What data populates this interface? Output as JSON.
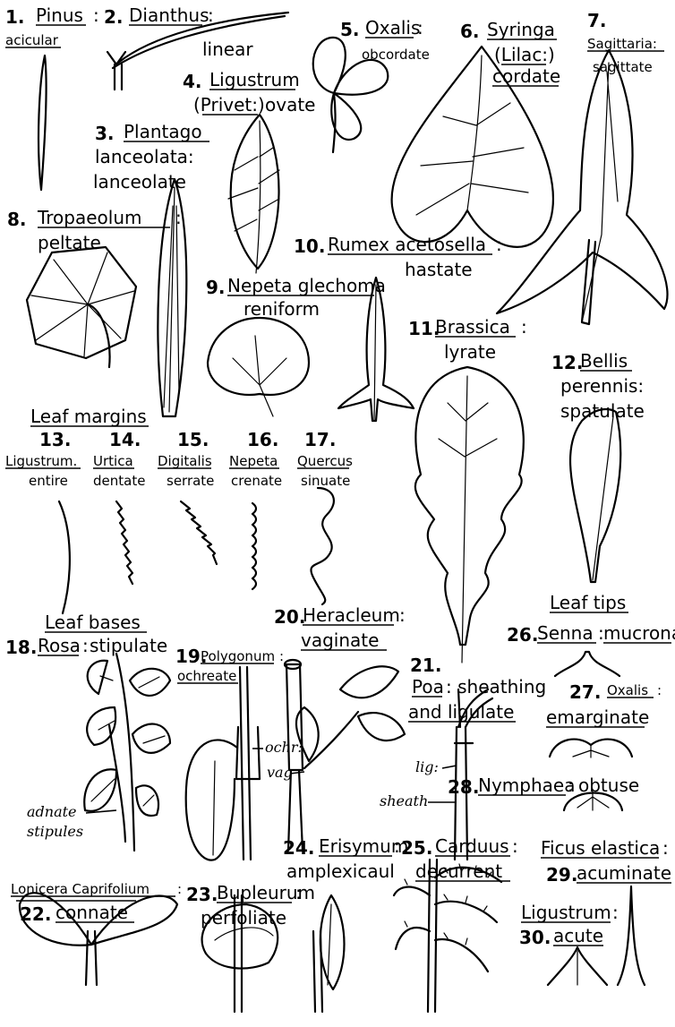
{
  "section_headings": {
    "margins": "Leaf margins",
    "bases": "Leaf bases",
    "tips": "Leaf tips"
  },
  "specimens": [
    {
      "num": "1.",
      "genus": "Pinus",
      "shape": "acicular"
    },
    {
      "num": "2.",
      "genus": "Dianthus",
      "shape": "linear"
    },
    {
      "num": "3.",
      "genus": "Plantago lanceolata",
      "shape": "lanceolate"
    },
    {
      "num": "4.",
      "genus": "Ligustrum (Privet:)",
      "shape": "ovate"
    },
    {
      "num": "5.",
      "genus": "Oxalis",
      "shape": "obcordate"
    },
    {
      "num": "6.",
      "genus": "Syringa (Lilac:)",
      "shape": "cordate"
    },
    {
      "num": "7.",
      "genus": "Sagittaria",
      "shape": "sagittate"
    },
    {
      "num": "8.",
      "genus": "Tropaeolum",
      "shape": "peltate"
    },
    {
      "num": "9.",
      "genus": "Nepeta glechoma",
      "shape": "reniform"
    },
    {
      "num": "10.",
      "genus": "Rumex acetosella",
      "shape": "hastate"
    },
    {
      "num": "11.",
      "genus": "Brassica",
      "shape": "lyrate"
    },
    {
      "num": "12.",
      "genus": "Bellis perennis",
      "shape": "spatulate"
    },
    {
      "num": "13.",
      "genus": "Ligustrum.",
      "shape": "entire"
    },
    {
      "num": "14.",
      "genus": "Urtica",
      "shape": "dentate"
    },
    {
      "num": "15.",
      "genus": "Digitalis",
      "shape": "serrate"
    },
    {
      "num": "16.",
      "genus": "Nepeta",
      "shape": "crenate"
    },
    {
      "num": "17.",
      "genus": "Quercus",
      "shape": "sinuate"
    },
    {
      "num": "18.",
      "genus": "Rosa",
      "shape": "stipulate"
    },
    {
      "num": "19.",
      "genus": "Polygonum",
      "shape": "ochreate"
    },
    {
      "num": "20.",
      "genus": "Heracleum",
      "shape": "vaginate"
    },
    {
      "num": "21.",
      "genus": "Poa",
      "shape": "sheathing and ligulate"
    },
    {
      "num": "22.",
      "genus": "Lonicera Caprifolium",
      "shape": "connate"
    },
    {
      "num": "23.",
      "genus": "Bupleurum",
      "shape": "perfoliate"
    },
    {
      "num": "24.",
      "genus": "Erisymum",
      "shape": "amplexicaul"
    },
    {
      "num": "25.",
      "genus": "Carduus",
      "shape": "decurrent"
    },
    {
      "num": "26.",
      "genus": "Senna",
      "shape": "mucronate"
    },
    {
      "num": "27.",
      "genus": "Oxalis",
      "shape": "emarginate"
    },
    {
      "num": "28.",
      "genus": "Nymphaea",
      "shape": "obtuse"
    },
    {
      "num": "29.",
      "genus": "Ficus elastica",
      "shape": "acuminate"
    },
    {
      "num": "30.",
      "genus": "Ligustrum",
      "shape": "acute"
    }
  ],
  "annotations": {
    "ochr": "ochr:",
    "vag": "vag",
    "lig": "lig:",
    "sheath": "sheath",
    "adnate": "adnate",
    "stipules": "stipules"
  }
}
